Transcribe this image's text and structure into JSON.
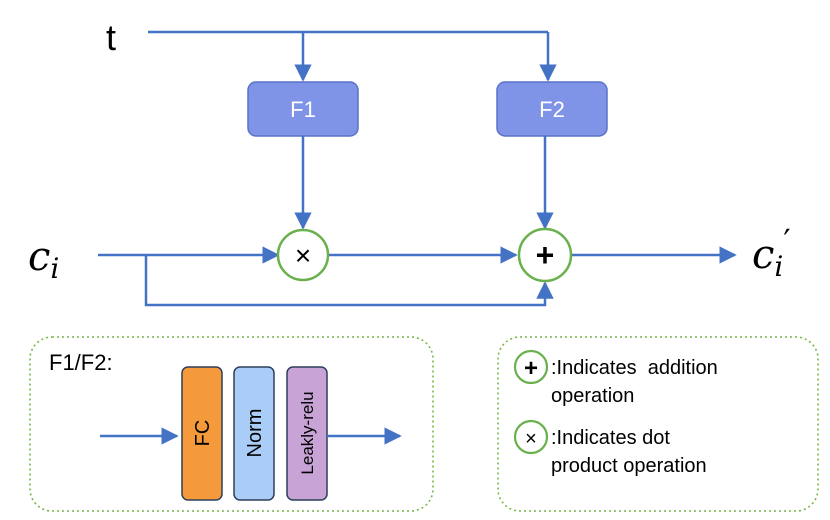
{
  "inputs": {
    "t": "t",
    "c_base": "c",
    "c_sub": "i",
    "out_base": "c",
    "out_sub": "i",
    "out_prime": "′"
  },
  "blocks": {
    "f1": "F1",
    "f2": "F2"
  },
  "operators": {
    "multiply": "×",
    "add": "+"
  },
  "detail_panel": {
    "title": "F1/F2:",
    "layers": [
      "FC",
      "Norm",
      "Leakly-relu"
    ]
  },
  "legend": {
    "add_line1": ":Indicates  addition",
    "add_line2": "operation",
    "dot_line1": ":Indicates dot",
    "dot_line2": "product operation"
  },
  "colors": {
    "arrow": "#4472c4",
    "f_block_fill": "#7f94e6",
    "f_block_stroke": "#5b72c8",
    "operator_ring": "#6ab04c",
    "fc_fill": "#f59a3a",
    "norm_fill": "#a9cdf7",
    "leaky_fill": "#c8a3d6",
    "panel_border": "#7ab648"
  }
}
